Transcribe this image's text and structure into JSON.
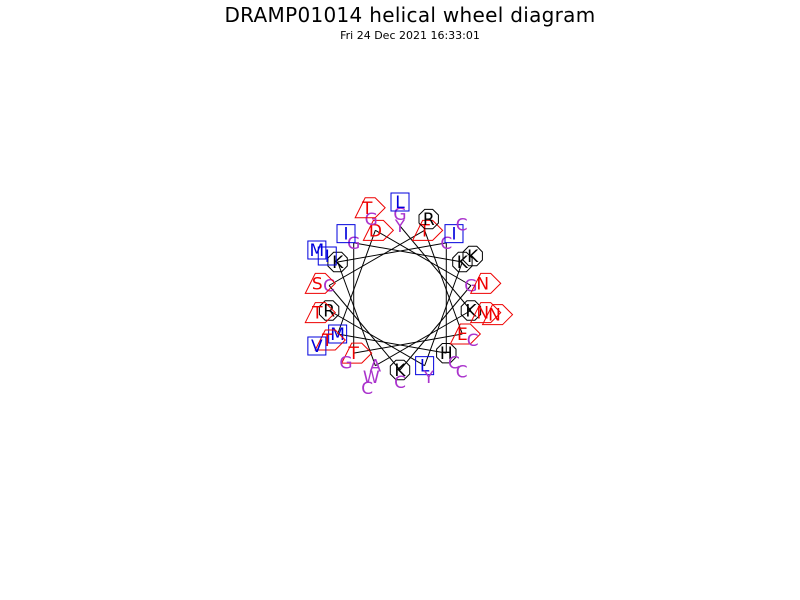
{
  "title": "DRAMP01014 helical wheel diagram",
  "subtitle": "Fri 24 Dec 2021 16:33:01",
  "colors": {
    "hydrophobic": "#0000dd",
    "polar": "#aa33cc",
    "charged_positive": "#000000",
    "acidic_or_amide": "#ee0000",
    "wheel_lines": "#000000"
  },
  "residues": [
    {
      "letter": "Y",
      "category": "polar"
    },
    {
      "letter": "K",
      "category": "charged_positive"
    },
    {
      "letter": "A",
      "category": "polar"
    },
    {
      "letter": "K",
      "category": "charged_positive"
    },
    {
      "letter": "C",
      "category": "polar"
    },
    {
      "letter": "H",
      "category": "charged_positive"
    },
    {
      "letter": "M",
      "category": "hydrophobic"
    },
    {
      "letter": "D",
      "category": "acidic_or_amide"
    },
    {
      "letter": "G",
      "category": "polar"
    },
    {
      "letter": "K",
      "category": "charged_positive"
    },
    {
      "letter": "C",
      "category": "polar"
    },
    {
      "letter": "T",
      "category": "acidic_or_amide"
    },
    {
      "letter": "E",
      "category": "acidic_or_amide"
    },
    {
      "letter": "T",
      "category": "acidic_or_amide"
    },
    {
      "letter": "G",
      "category": "polar"
    },
    {
      "letter": "K",
      "category": "charged_positive"
    },
    {
      "letter": "L",
      "category": "hydrophobic"
    },
    {
      "letter": "R",
      "category": "charged_positive"
    },
    {
      "letter": "G",
      "category": "polar"
    },
    {
      "letter": "N",
      "category": "acidic_or_amide"
    },
    {
      "letter": "W",
      "category": "polar"
    },
    {
      "letter": "I",
      "category": "hydrophobic"
    },
    {
      "letter": "I",
      "category": "hydrophobic"
    },
    {
      "letter": "C",
      "category": "polar"
    },
    {
      "letter": "T",
      "category": "acidic_or_amide"
    },
    {
      "letter": "G",
      "category": "polar"
    },
    {
      "letter": "N",
      "category": "acidic_or_amide"
    },
    {
      "letter": "C",
      "category": "polar"
    },
    {
      "letter": "S",
      "category": "acidic_or_amide"
    },
    {
      "letter": "R",
      "category": "charged_positive"
    },
    {
      "letter": "C",
      "category": "polar"
    },
    {
      "letter": "G",
      "category": "polar"
    },
    {
      "letter": "I",
      "category": "hydrophobic"
    },
    {
      "letter": "K",
      "category": "charged_positive"
    },
    {
      "letter": "Y",
      "category": "polar"
    },
    {
      "letter": "T",
      "category": "acidic_or_amide"
    },
    {
      "letter": "L",
      "category": "hydrophobic"
    },
    {
      "letter": "N",
      "category": "acidic_or_amide"
    },
    {
      "letter": "C",
      "category": "polar"
    },
    {
      "letter": "M",
      "category": "hydrophobic"
    },
    {
      "letter": "C",
      "category": "polar"
    },
    {
      "letter": "C",
      "category": "polar"
    },
    {
      "letter": "V",
      "category": "hydrophobic"
    },
    {
      "letter": "T",
      "category": "acidic_or_amide"
    }
  ]
}
